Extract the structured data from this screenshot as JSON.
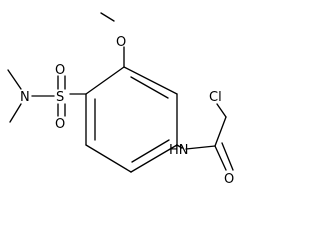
{
  "molecule": {
    "atoms": {
      "methoxy_oxygen": "O",
      "sulfonyl_oxygen_top": "O",
      "sulfonyl_oxygen_bottom": "O",
      "sulfur": "S",
      "sulfonamide_nitrogen": "N",
      "amide_nitrogen": "HN",
      "carbonyl_oxygen": "O",
      "chlorine": "Cl"
    }
  }
}
